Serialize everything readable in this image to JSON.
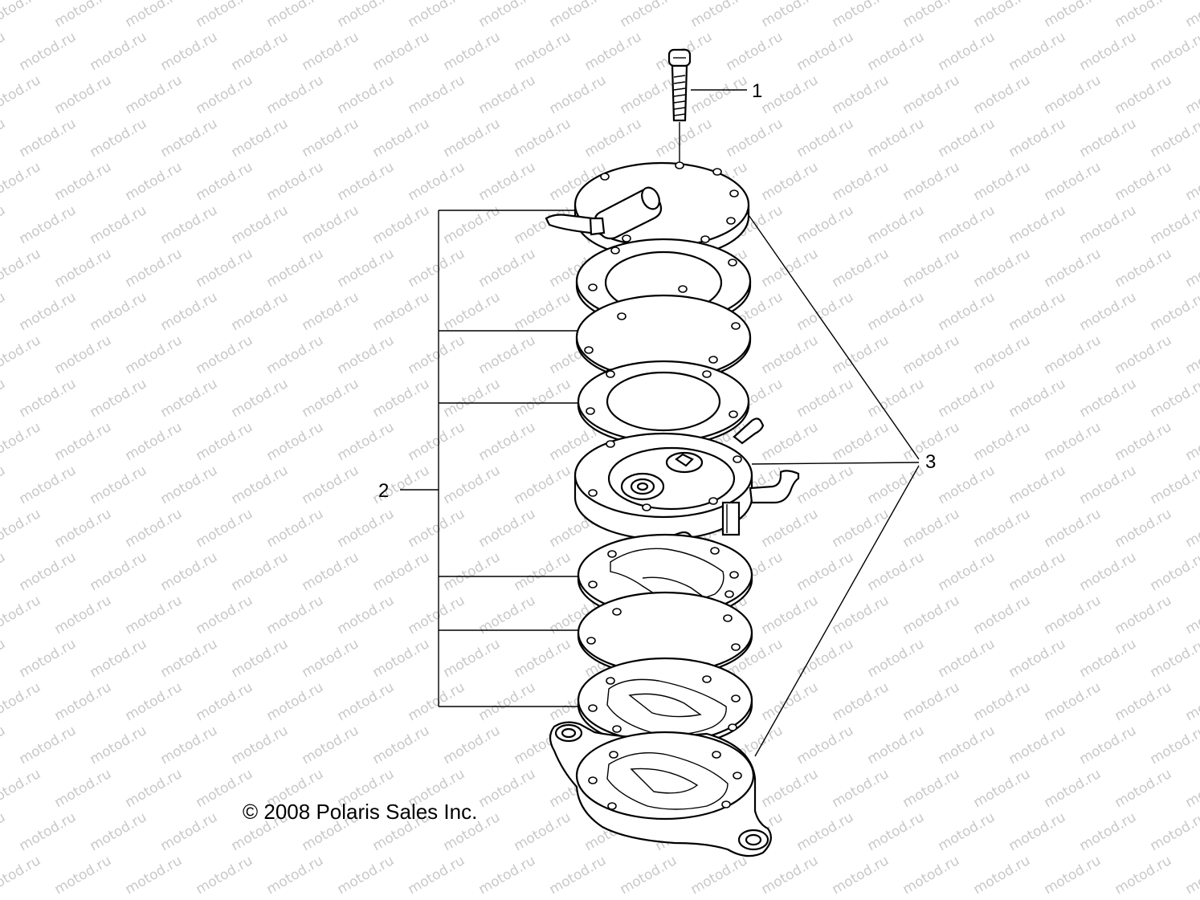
{
  "watermark": "motod.ru",
  "copyright": "© 2008 Polaris Sales Inc.",
  "callouts": [
    {
      "id": "1",
      "label": "1"
    },
    {
      "id": "2",
      "label": "2"
    },
    {
      "id": "3",
      "label": "3"
    }
  ],
  "colors": {
    "line": "#000000",
    "background": "#ffffff",
    "watermark": "#c8c8c8"
  }
}
